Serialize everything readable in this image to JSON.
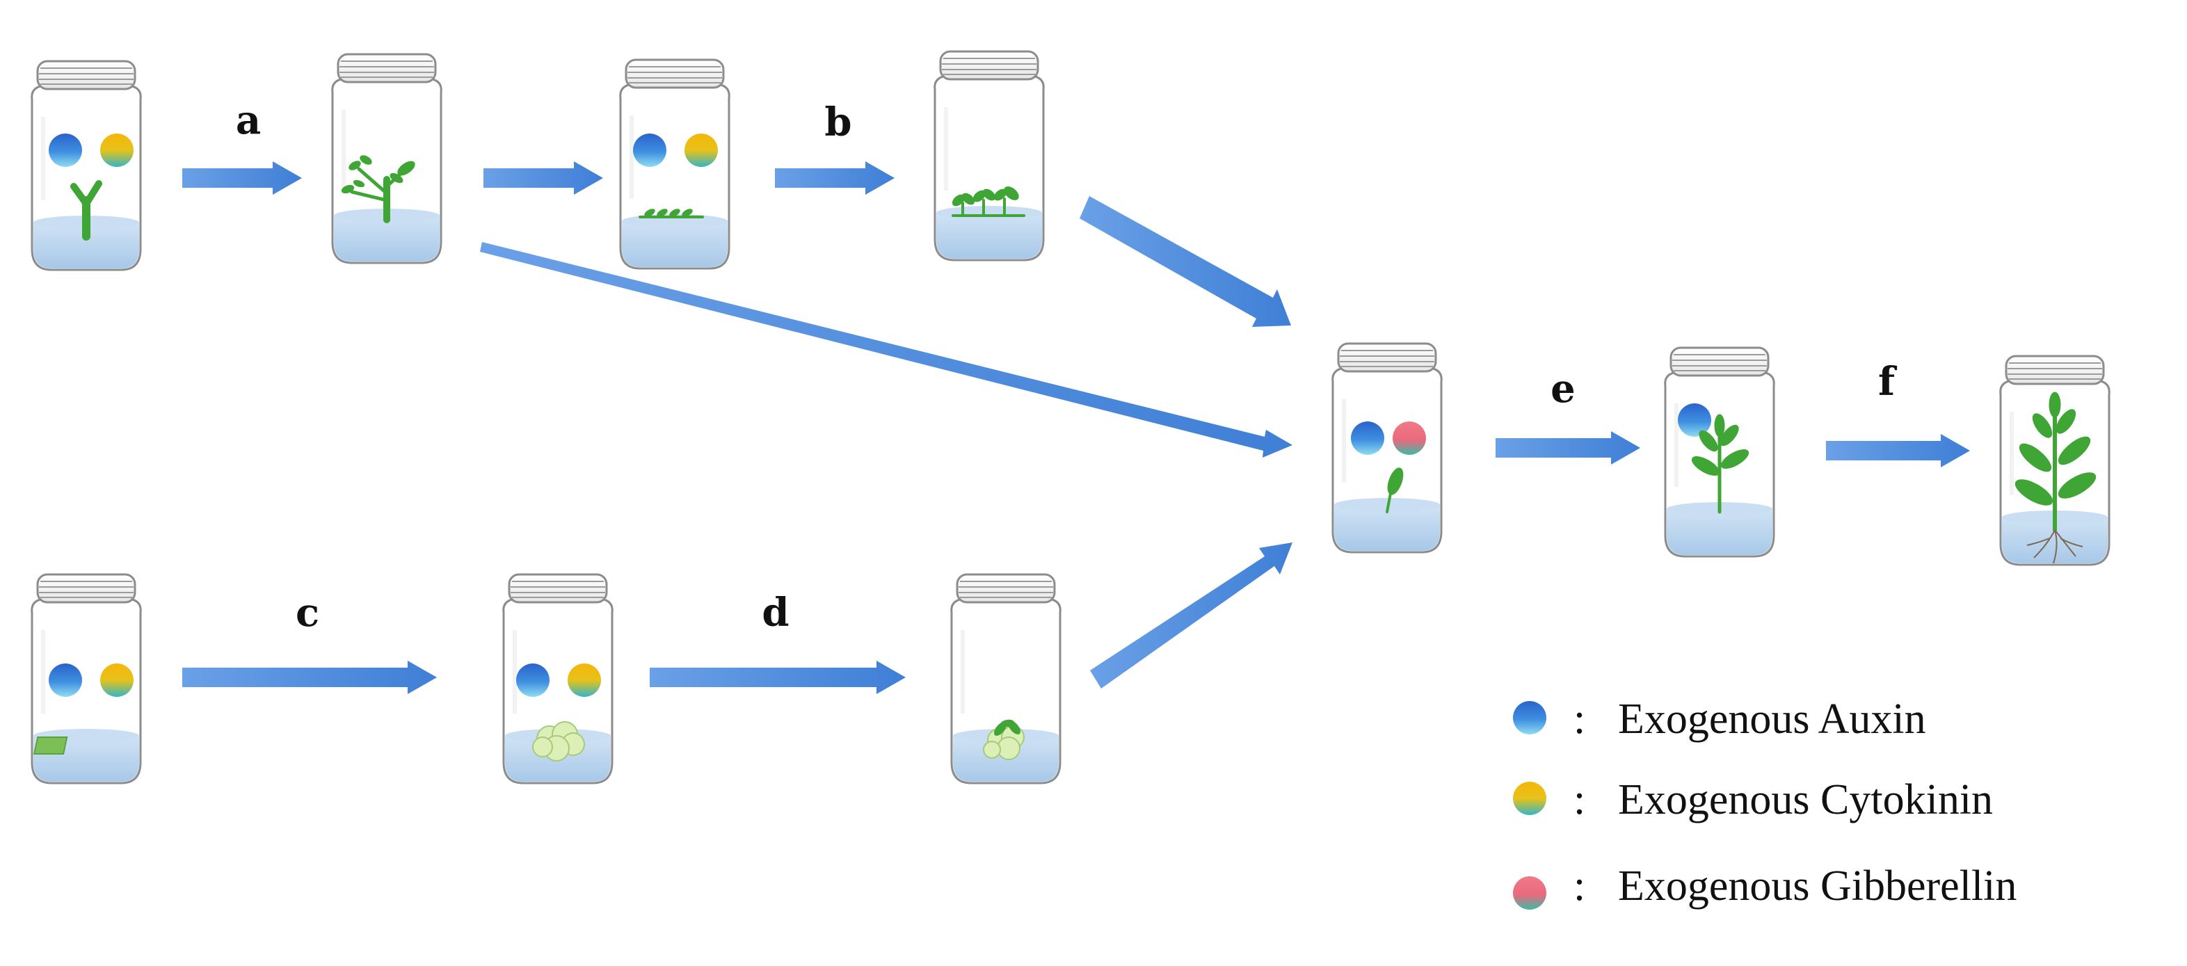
{
  "step_labels": {
    "a": "a",
    "b": "b",
    "c": "c",
    "d": "d",
    "e": "e",
    "f": "f"
  },
  "legend": {
    "colon": ":",
    "auxin": "Exogenous Auxin",
    "cytokinin": "Exogenous Cytokinin",
    "gibberellin": "Exogenous Gibberellin"
  },
  "colors": {
    "arrow": "#4a86d8",
    "medium": "#b9d3ec",
    "plant": "#3fa535",
    "auxin_top": "#2f6fd1",
    "auxin_bottom": "#7fd3ef",
    "cytokinin_top": "#f2b70b",
    "cytokinin_bottom": "#3ab7c4",
    "gibberellin_top": "#ef6f7f",
    "gibberellin_bottom": "#3fb9a6",
    "callus": "#d9efb3"
  }
}
